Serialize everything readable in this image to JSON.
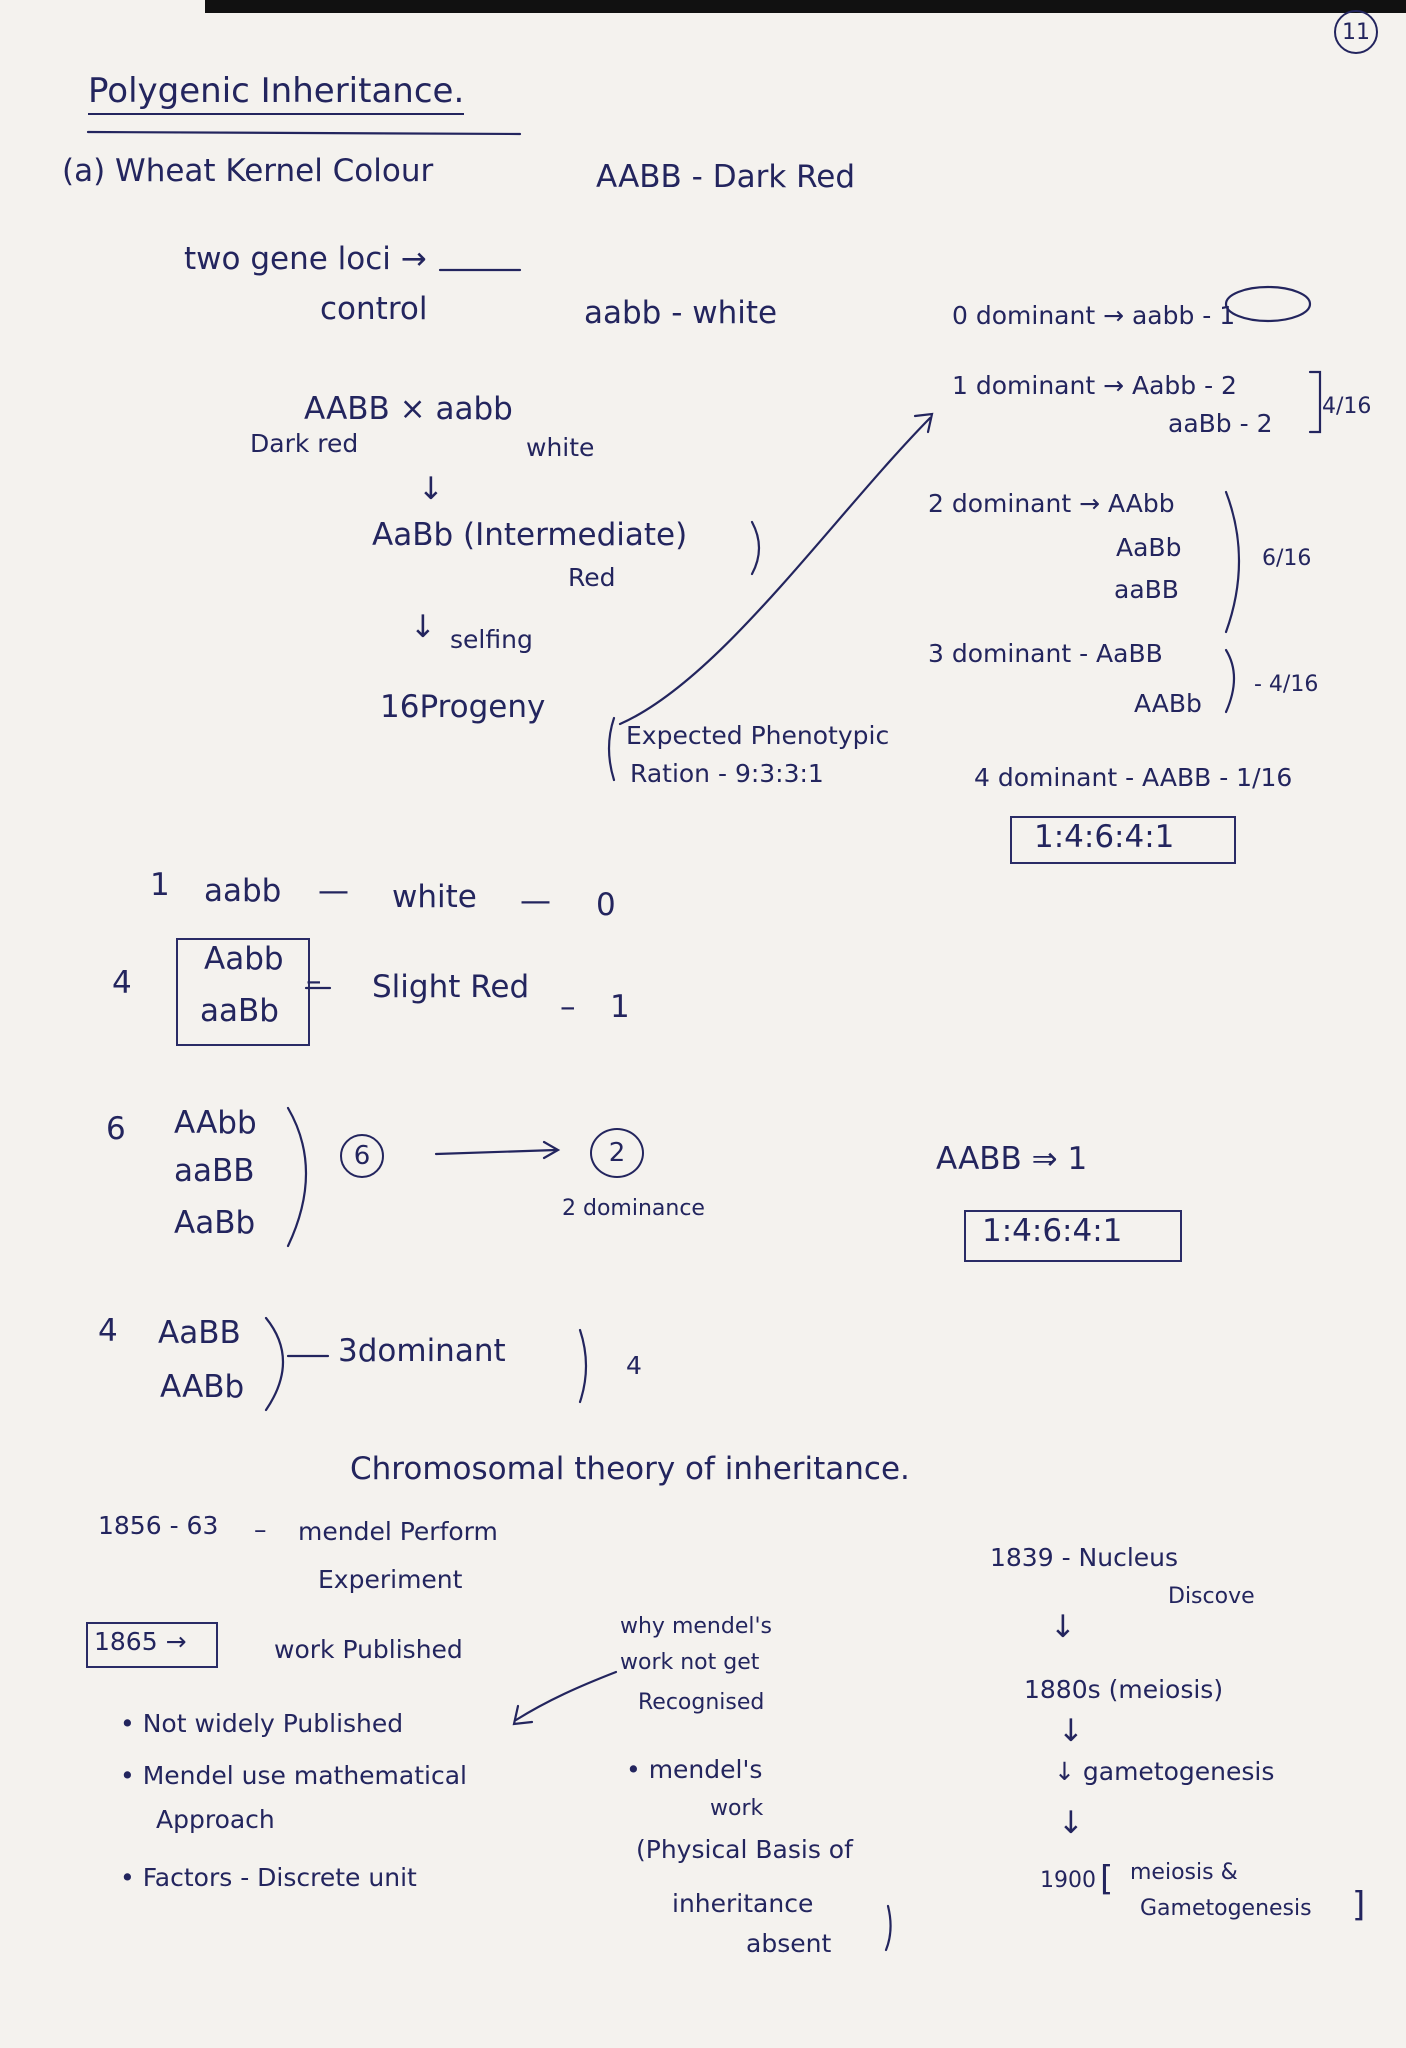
{
  "page_number": "11",
  "title": "Polygenic Inheritance.",
  "example": {
    "label": "(a) Wheat Kernel Colour",
    "dark": "AABB - Dark Red",
    "white": "aabb - white"
  },
  "gene_loci": {
    "line1": "two gene loci →",
    "line2": "control"
  },
  "cross": {
    "parents": "AABB  ×  aabb",
    "parent1_label": "Dark red",
    "parent2_label": "white",
    "f1": "AaBb (Intermediate)",
    "f1_label": "Red",
    "selfing": "selfing",
    "progeny": "16Progeny",
    "expected_line1": "Expected Phenotypic",
    "expected_line2": "Ration - 9:3:3:1"
  },
  "dominant_classes": {
    "d0": "0 dominant → aabb - 1",
    "d1_a": "1 dominant → Aabb - 2",
    "d1_b": "aaBb - 2",
    "d1_frac": "4/16",
    "d2_a": "2 dominant → AAbb",
    "d2_b": "AaBb",
    "d2_c": "aaBB",
    "d2_frac": "6/16",
    "d3_a": "3 dominant - AaBB",
    "d3_b": "AABb",
    "d3_frac": "- 4/16",
    "d4": "4 dominant - AABB - 1/16",
    "ratio": "1:4:6:4:1"
  },
  "phenotypes": {
    "r1_count": "1",
    "r1_geno": "aabb",
    "r1_pheno": "white",
    "r1_score": "0",
    "r2_count": "4",
    "r2_geno_a": "Aabb",
    "r2_geno_b": "aaBb",
    "r2_pheno": "Slight Red",
    "r2_score": "1",
    "r3_count": "6",
    "r3_geno_a": "AAbb",
    "r3_geno_b": "aaBB",
    "r3_geno_c": "AaBb",
    "r3_circle": "6",
    "r3_circle2": "2",
    "r3_note": "2 dominance",
    "r4_count": "4",
    "r4_geno_a": "AaBB",
    "r4_geno_b": "AABb",
    "r4_pheno": "3dominant",
    "r4_score": "4"
  },
  "aabb_summary": {
    "line": "AABB ⇒ 1",
    "ratio": "1:4:6:4:1"
  },
  "chromosomal": {
    "title": "Chromosomal theory of inheritance.",
    "y1": "1856 - 63",
    "y1_text_a": "mendel Perform",
    "y1_text_b": "Experiment",
    "y2": "1865 →",
    "y2_text": "work Published",
    "bullets": [
      "Not widely Published",
      "Mendel use mathematical",
      "Approach",
      "Factors - Discrete unit"
    ],
    "why_a": "why mendel's",
    "why_b": "work not get",
    "why_c": "Recognised",
    "md_a": "• mendel's",
    "md_b": "work",
    "md_c": "(Physical Basis of",
    "md_d": "inheritance",
    "md_e": "absent",
    "tl_1839": "1839 - Nucleus",
    "tl_disc": "Discove",
    "tl_1880": "1880s (meiosis)",
    "tl_gamete": "↓ gametogenesis",
    "tl_1900": "1900",
    "tl_1900_a": "meiosis &",
    "tl_1900_b": "Gametogenesis"
  }
}
